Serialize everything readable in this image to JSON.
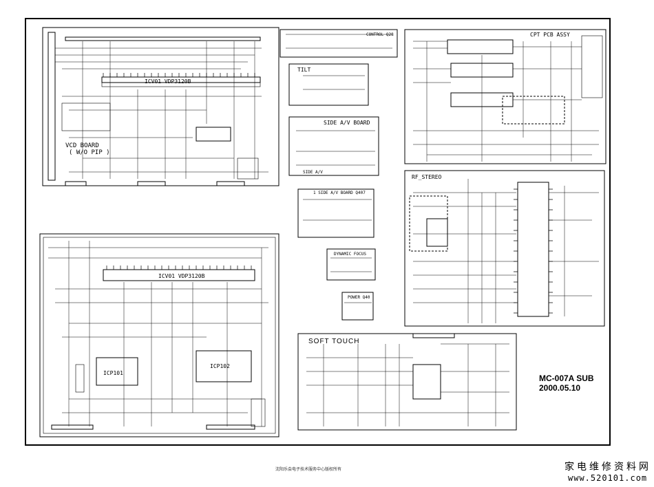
{
  "labels": {
    "vcd_board": "VCD BOARD",
    "vcd_board_sub": "( W/O PIP )",
    "icv01_top": "ICV01  VDP3120B",
    "icv01_bottom": "ICV01  VDP3120B",
    "control_board": "CONTROL Q28",
    "tilt": "TILT",
    "side_av_board": "SIDE A/V BOARD",
    "side_av_board_b": "1 SIDE A/V BOARD Q407",
    "side_av_board_bottom": "SIDE A/V",
    "dynamic_focus": "DYNAMIC FOCUS",
    "power": "POWER Q40",
    "cpt_pcb_assy": "CPT PCB ASSY",
    "rf_stereo": "RF_STEREO",
    "soft_touch": "SOFT TOUCH",
    "icp101": "ICP101",
    "icp102": "ICP102",
    "model": "MC-007A SUB",
    "date": "2000.05.10"
  },
  "footer": {
    "copyright": "沈阳乐会电子技术服务中心版权所有",
    "watermark_cn": "家电维修资料网",
    "watermark_url": "www.520101.com"
  },
  "colors": {
    "ink": "#000000",
    "paper": "#ffffff"
  }
}
